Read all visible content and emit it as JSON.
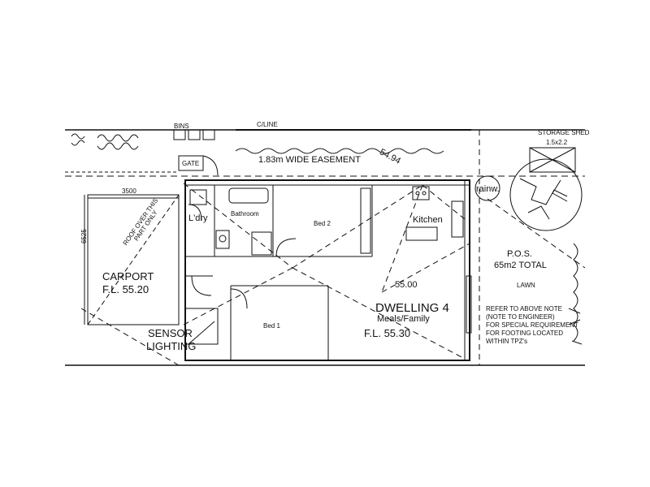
{
  "plan": {
    "boundary_top": "C/LINE",
    "bins": "BINS",
    "gate": "GATE",
    "easement": "1.83m WIDE EASEMENT",
    "boundary_dim": "54.94",
    "storage_shed": "STORAGE SHED",
    "shed_size": "1.5x2.2",
    "carport_width": "3500",
    "carport_length": "6525",
    "roof_note": "ROOF OVER THIS PART ONLY",
    "carport": "CARPORT",
    "carport_fl": "F.L. 55.20",
    "laundry": "L'dry",
    "bathroom": "Bathroom",
    "bed2": "Bed 2",
    "kitchen": "Kitchen",
    "raintank": "rainw.",
    "pos": "P.O.S.",
    "pos_total": "65m2 TOTAL",
    "lawn": "LAWN",
    "level_mark": "55.00",
    "dwelling": "DWELLING 4",
    "meals_family": "Meals/Family",
    "dwelling_fl": "F.L. 55.30",
    "bed1": "Bed 1",
    "sensor": "SENSOR",
    "lighting": "LIGHTING",
    "note_lines": [
      "REFER TO ABOVE NOTE",
      "(NOTE TO ENGINEER)",
      "FOR SPECIAL REQUIREMENT",
      "FOR FOOTING LOCATED",
      "WITHIN TPZ's"
    ]
  }
}
